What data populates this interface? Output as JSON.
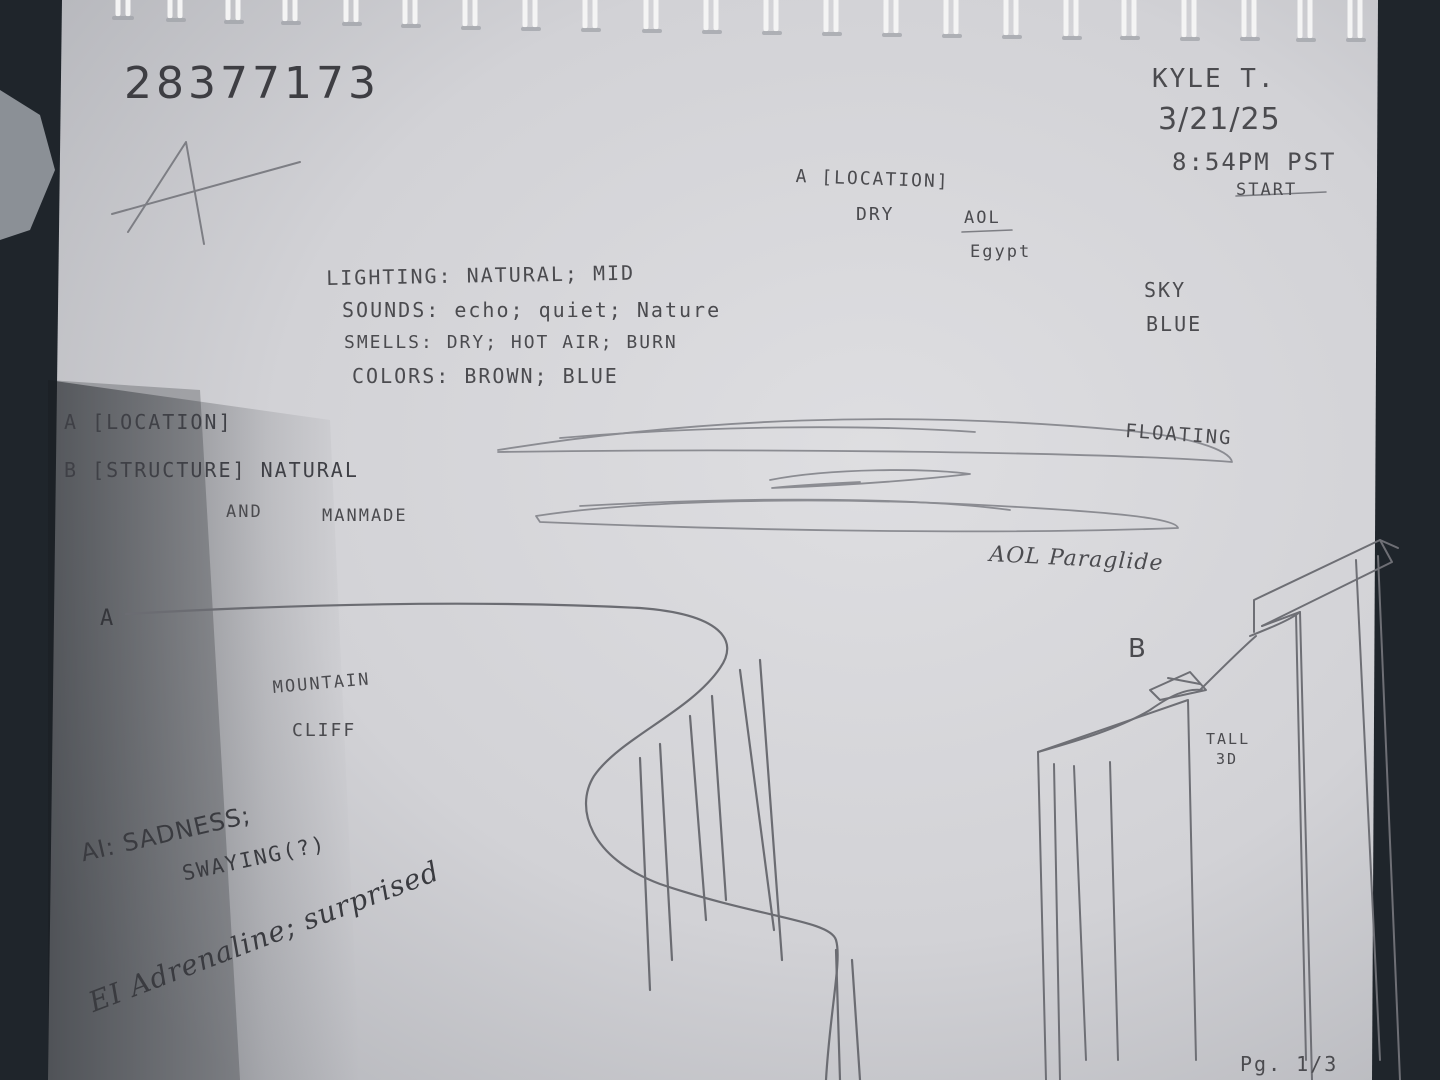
{
  "header": {
    "id_number": "28377173",
    "author": "KYLE T.",
    "date": "3/21/25",
    "time": "8:54PM PST",
    "status": "START"
  },
  "letter_a": "A",
  "location_block": {
    "title": "A [LOCATION]",
    "dry": "DRY",
    "aol": "AOL",
    "egypt": "Egypt"
  },
  "senses": {
    "lighting": "LIGHTING: NATURAL; MID",
    "sounds": "SOUNDS: echo; quiet; Nature",
    "smells": "SMELLS: DRY; HOT AIR; BURN",
    "colors": "COLORS: BROWN; BLUE"
  },
  "sky": {
    "label": "SKY",
    "color": "BLUE"
  },
  "structure_block": {
    "location": "A [LOCATION]",
    "structure": "B [STRUCTURE] NATURAL",
    "and": "AND",
    "manmade": "MANMADE"
  },
  "sketch_labels": {
    "floating": "FLOATING",
    "paraglide": "AOL Paraglide",
    "marker_a": "A",
    "marker_b": "B",
    "mountain": "MOUNTAIN",
    "cliff": "CLIFF",
    "tall": "TALL",
    "three_d": "3D"
  },
  "emotions": {
    "ai_line1": "AI: SADNESS;",
    "ai_line2": "SWAYING(?)",
    "ei": "EI Adrenaline; surprised"
  },
  "page_number": "Pg. 1/3",
  "colors": {
    "paper": "#d9d9dc",
    "pencil": "#4b4b4f",
    "background": "#1f252b",
    "spiral": "#f2f2f2"
  }
}
